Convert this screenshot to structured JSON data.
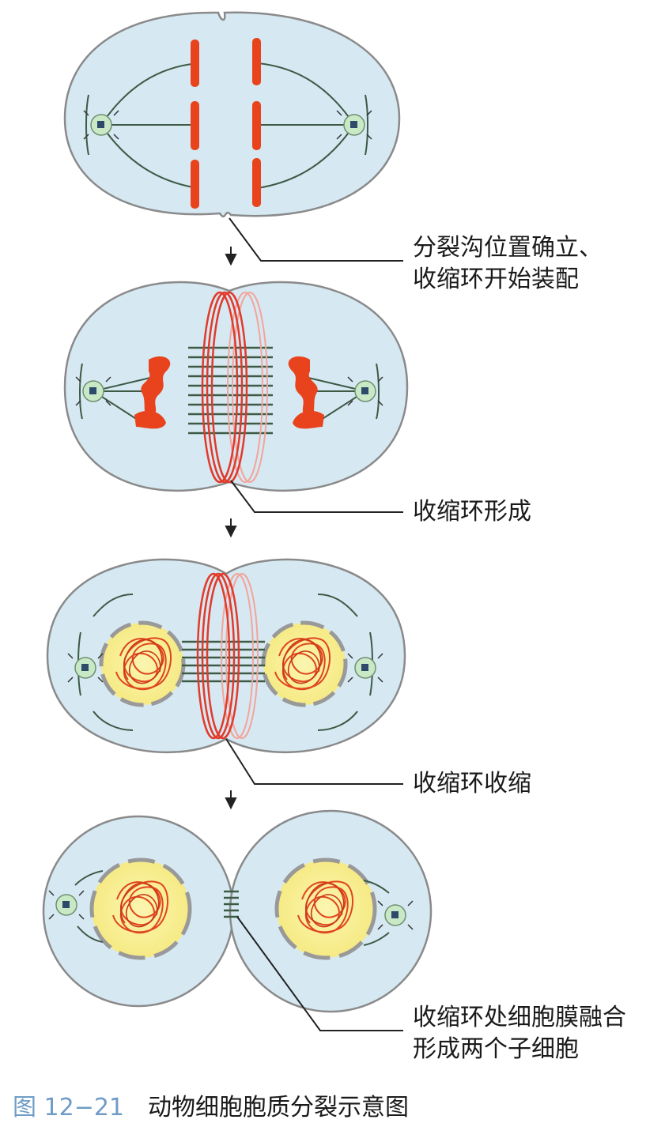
{
  "labels": {
    "stage1_line1": "分裂沟位置确立、",
    "stage1_line2": "收缩环开始装配",
    "stage2": "收缩环形成",
    "stage3": "收缩环收缩",
    "stage4_line1": "收缩环处细胞膜融合",
    "stage4_line2": "形成两个子细胞"
  },
  "caption": {
    "number": "图 12−21",
    "title": "动物细胞胞质分裂示意图"
  },
  "colors": {
    "cytoplasm": "#d6e9f3",
    "membrane": "#8a8a8a",
    "chromosome": "#e8431d",
    "spindle": "#3d5a45",
    "contractile_ring": "#e23a2a",
    "nucleus": "#f8f0a0"
  }
}
